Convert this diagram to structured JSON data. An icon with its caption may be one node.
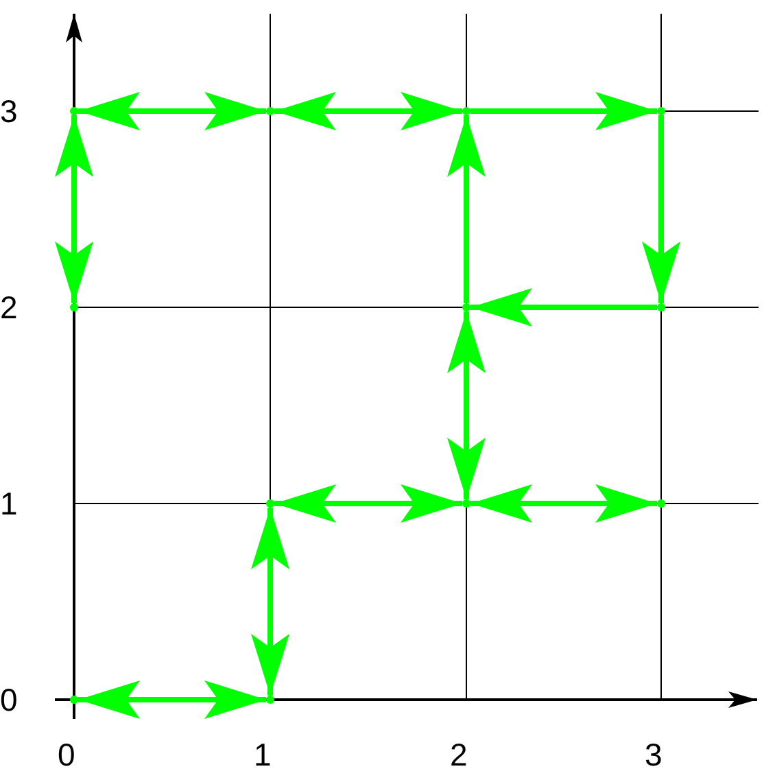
{
  "diagram": {
    "nodes": [
      {
        "text": [],
        "shape": "point"
      },
      {
        "text": [],
        "shape": "point"
      },
      {
        "text": [],
        "shape": "point"
      },
      {
        "text": [],
        "shape": "point"
      },
      {
        "text": [],
        "shape": "point"
      },
      {
        "text": [],
        "shape": "point"
      },
      {
        "text": [],
        "shape": "point"
      },
      {
        "text": [],
        "shape": "point"
      },
      {
        "text": [],
        "shape": "point"
      },
      {
        "text": [],
        "shape": "point"
      },
      {
        "text": [],
        "shape": "point"
      },
      {
        "text": [],
        "shape": "point"
      }
    ],
    "edges": [
      {
        "from": 0,
        "to": 1,
        "arrow": "both"
      },
      {
        "from": 1,
        "to": 2,
        "arrow": "both"
      },
      {
        "from": 2,
        "to": 3,
        "arrow": "to"
      },
      {
        "from": 0,
        "to": 4,
        "arrow": "both"
      },
      {
        "from": 5,
        "to": 2,
        "arrow": "to"
      },
      {
        "from": 3,
        "to": 6,
        "arrow": "to"
      },
      {
        "from": 6,
        "to": 5,
        "arrow": "to"
      },
      {
        "from": 8,
        "to": 5,
        "arrow": "both"
      },
      {
        "from": 7,
        "to": 8,
        "arrow": "both"
      },
      {
        "from": 8,
        "to": 9,
        "arrow": "both"
      },
      {
        "from": 11,
        "to": 7,
        "arrow": "both"
      },
      {
        "from": 10,
        "to": 11,
        "arrow": "both"
      }
    ],
    "labels": [
      "3",
      "2",
      "1",
      "0",
      "0",
      "1",
      "2",
      "3"
    ]
  }
}
